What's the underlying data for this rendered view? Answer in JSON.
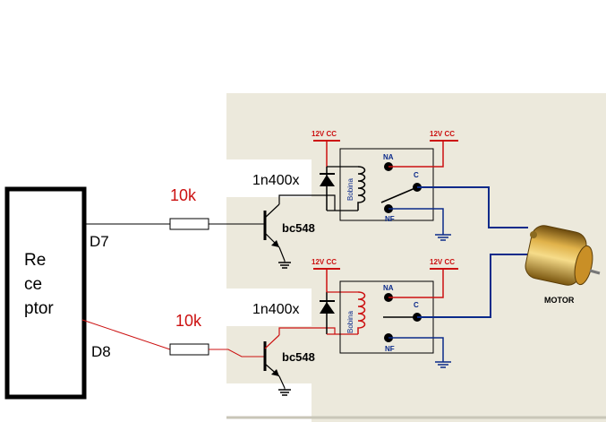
{
  "receptor": {
    "label_lines": [
      "Re",
      "ce",
      "ptor"
    ]
  },
  "pins": {
    "d7": "D7",
    "d8": "D8"
  },
  "resistors": {
    "top": "10k",
    "bottom": "10k"
  },
  "diodes": {
    "top": "1n400x",
    "bottom": "1n400x"
  },
  "transistors": {
    "top": "bc548",
    "bottom": "bc548"
  },
  "supply": {
    "label": "12V CC"
  },
  "relays": {
    "top": {
      "coil": "Bobina",
      "na": "NA",
      "c": "C",
      "nf": "NF"
    },
    "bottom": {
      "coil": "Bobina",
      "na": "NA",
      "c": "C",
      "nf": "NF"
    }
  },
  "motor": {
    "label": "MOTOR"
  },
  "colors": {
    "red": "#cc1111",
    "blue": "#0b2a8a",
    "wire": "#111111",
    "panel": "#ece9dc"
  }
}
